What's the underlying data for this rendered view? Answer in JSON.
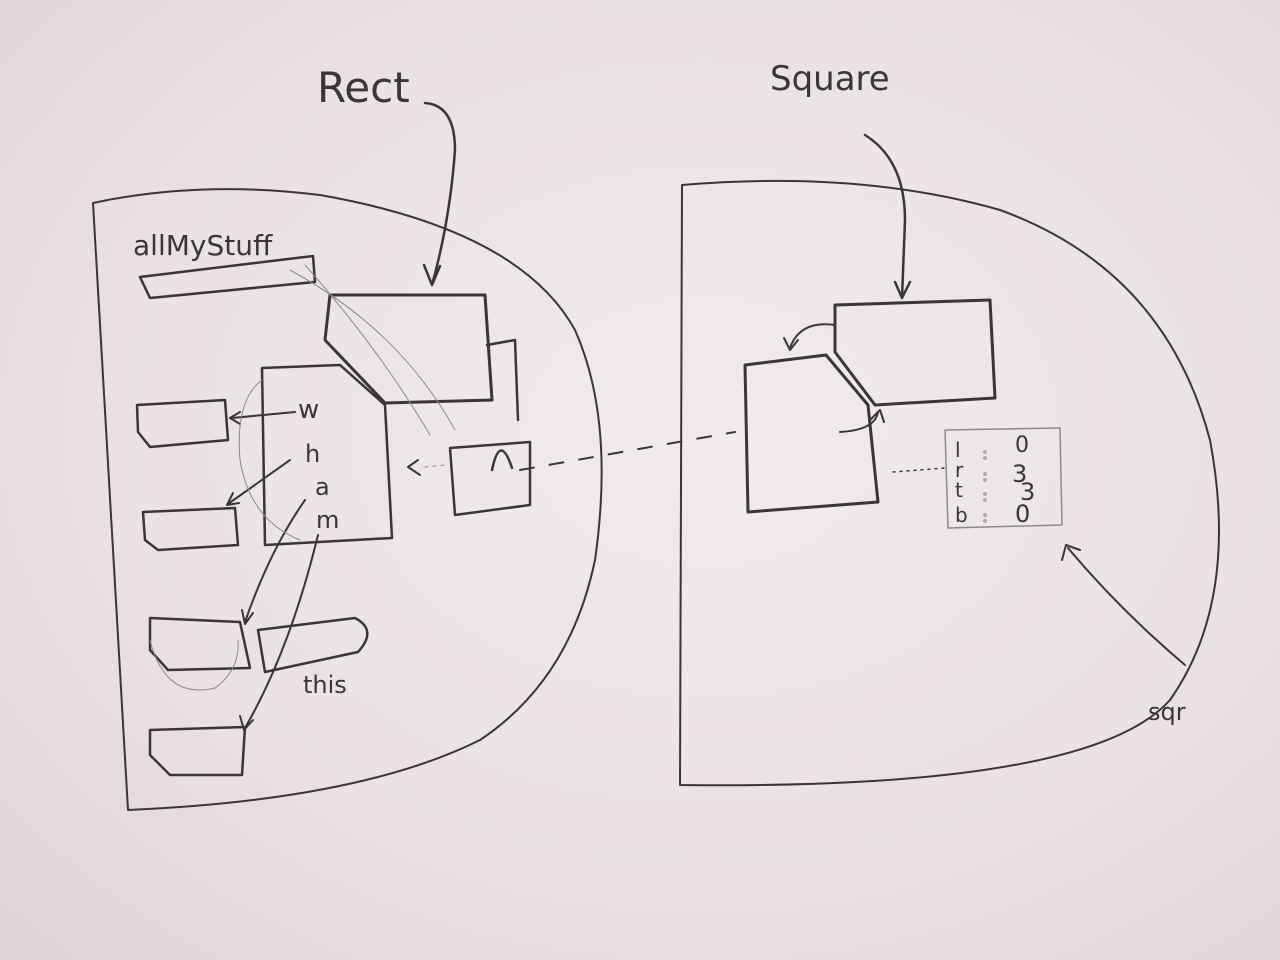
{
  "labels": {
    "rect": "Rect",
    "square": "Square",
    "all_my_stuff": "allMyStuff",
    "this": "this",
    "sqr": "sqr"
  },
  "letters": [
    "w",
    "h",
    "a",
    "m"
  ],
  "table": [
    {
      "key": "l",
      "value": "0"
    },
    {
      "key": "r",
      "value": "3"
    },
    {
      "key": "t",
      "value": "3"
    },
    {
      "key": "b",
      "value": "0"
    }
  ]
}
